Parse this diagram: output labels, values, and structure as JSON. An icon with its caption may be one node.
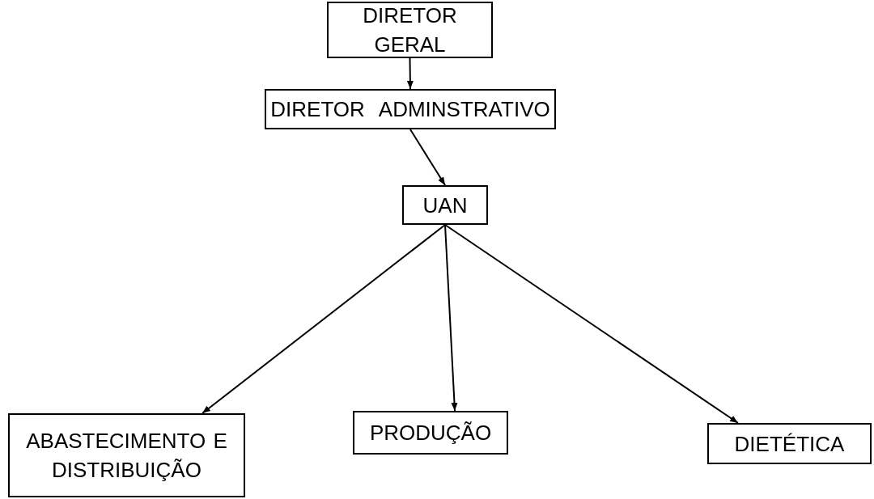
{
  "diagram": {
    "nodes": [
      {
        "text": [
          "DIRETOR  GERAL"
        ]
      },
      {
        "text": [
          "DIRETOR  ADMINSTRATIVO"
        ]
      },
      {
        "text": [
          "UAN"
        ]
      },
      {
        "text": [
          "ABASTECIMENTO E  DISTRIBUIÇÃO"
        ]
      },
      {
        "text": [
          "PRODUÇÃO"
        ]
      },
      {
        "text": [
          "DIETÉTICA"
        ]
      }
    ],
    "edges": [
      {
        "from": 0,
        "to": 1,
        "arrow": "to"
      },
      {
        "from": 1,
        "to": 2,
        "arrow": "to"
      },
      {
        "from": 2,
        "to": 3,
        "arrow": "to"
      },
      {
        "from": 2,
        "to": 4,
        "arrow": "to"
      },
      {
        "from": 2,
        "to": 5,
        "arrow": "to"
      }
    ]
  }
}
